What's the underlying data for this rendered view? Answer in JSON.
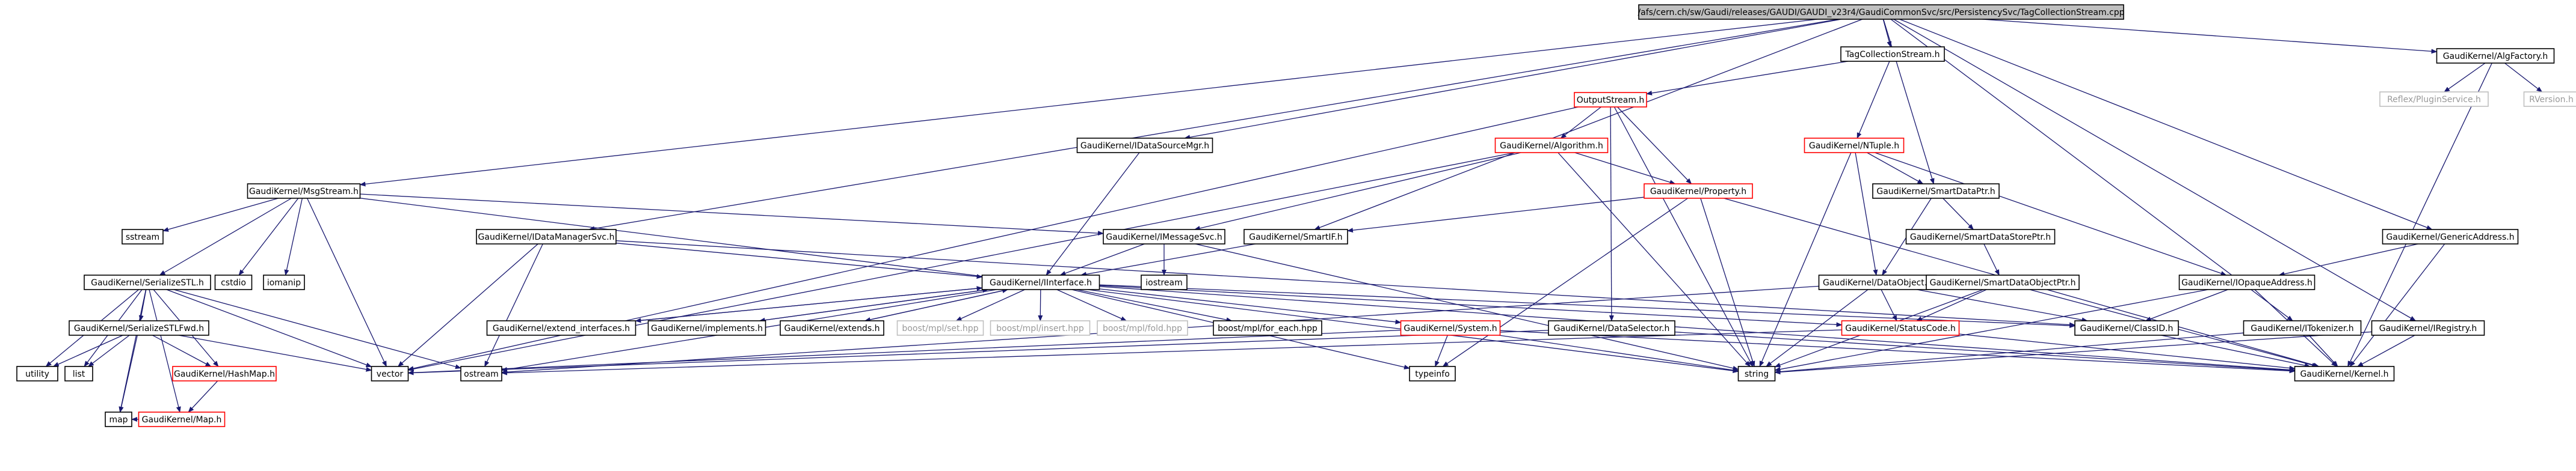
{
  "graph": {
    "colors": {
      "root_fill": "#bfbfbf",
      "default_stroke": "#000000",
      "truncated_stroke": "#ff0000",
      "external_stroke": "#bfbfbf",
      "edge": "#191970",
      "text": "#000000",
      "muted_text": "#999999"
    },
    "nodes": [
      {
        "id": "root",
        "label": "/afs/cern.ch/sw/Gaudi/releases/GAUDI/GAUDI_v23r4/GaudiCommonSvc/src/PersistencySvc/TagCollectionStream.cpp",
        "kind": "root"
      },
      {
        "id": "tcsh",
        "label": "TagCollectionStream.h",
        "kind": "normal"
      },
      {
        "id": "algfactory",
        "label": "GaudiKernel/AlgFactory.h",
        "kind": "normal"
      },
      {
        "id": "reflexplugin",
        "label": "Reflex/PluginService.h",
        "kind": "external"
      },
      {
        "id": "rversion",
        "label": "RVersion.h",
        "kind": "external"
      },
      {
        "id": "outputstream",
        "label": "OutputStream.h",
        "kind": "truncated"
      },
      {
        "id": "ntuple",
        "label": "GaudiKernel/NTuple.h",
        "kind": "truncated"
      },
      {
        "id": "datasourcemgr",
        "label": "GaudiKernel/IDataSourceMgr.h",
        "kind": "normal"
      },
      {
        "id": "algorithm",
        "label": "GaudiKernel/Algorithm.h",
        "kind": "truncated"
      },
      {
        "id": "msgstream",
        "label": "GaudiKernel/MsgStream.h",
        "kind": "normal"
      },
      {
        "id": "property",
        "label": "GaudiKernel/Property.h",
        "kind": "truncated"
      },
      {
        "id": "smartdataptr",
        "label": "GaudiKernel/SmartDataPtr.h",
        "kind": "normal"
      },
      {
        "id": "smartif",
        "label": "GaudiKernel/SmartIF.h",
        "kind": "normal"
      },
      {
        "id": "smartdatastoreptr",
        "label": "GaudiKernel/SmartDataStorePtr.h",
        "kind": "normal"
      },
      {
        "id": "genericaddress",
        "label": "GaudiKernel/GenericAddress.h",
        "kind": "normal"
      },
      {
        "id": "datamanagersvc",
        "label": "GaudiKernel/IDataManagerSvc.h",
        "kind": "normal"
      },
      {
        "id": "imessagesvc",
        "label": "GaudiKernel/IMessageSvc.h",
        "kind": "normal"
      },
      {
        "id": "dataobject",
        "label": "GaudiKernel/DataObject.h",
        "kind": "normal"
      },
      {
        "id": "smartdataobjectptr",
        "label": "GaudiKernel/SmartDataObjectPtr.h",
        "kind": "normal"
      },
      {
        "id": "iopaqueaddress",
        "label": "GaudiKernel/IOpaqueAddress.h",
        "kind": "normal"
      },
      {
        "id": "sstream",
        "label": "sstream",
        "kind": "normal"
      },
      {
        "id": "cstdio",
        "label": "cstdio",
        "kind": "normal"
      },
      {
        "id": "iomanip",
        "label": "iomanip",
        "kind": "normal"
      },
      {
        "id": "serializestl",
        "label": "GaudiKernel/SerializeSTL.h",
        "kind": "normal"
      },
      {
        "id": "iinterface",
        "label": "GaudiKernel/IInterface.h",
        "kind": "normal"
      },
      {
        "id": "iostream",
        "label": "iostream",
        "kind": "normal"
      },
      {
        "id": "serializestlfwd",
        "label": "GaudiKernel/SerializeSTLFwd.h",
        "kind": "normal"
      },
      {
        "id": "extendinterfaces",
        "label": "GaudiKernel/extend_interfaces.h",
        "kind": "normal"
      },
      {
        "id": "implements",
        "label": "GaudiKernel/implements.h",
        "kind": "normal"
      },
      {
        "id": "extends",
        "label": "GaudiKernel/extends.h",
        "kind": "normal"
      },
      {
        "id": "mplset",
        "label": "boost/mpl/set.hpp",
        "kind": "external"
      },
      {
        "id": "mplinsert",
        "label": "boost/mpl/insert.hpp",
        "kind": "external"
      },
      {
        "id": "mplfold",
        "label": "boost/mpl/fold.hpp",
        "kind": "external"
      },
      {
        "id": "mplforeach",
        "label": "boost/mpl/for_each.hpp",
        "kind": "normal"
      },
      {
        "id": "system",
        "label": "GaudiKernel/System.h",
        "kind": "truncated"
      },
      {
        "id": "dataselector",
        "label": "GaudiKernel/DataSelector.h",
        "kind": "normal"
      },
      {
        "id": "statuscode",
        "label": "GaudiKernel/StatusCode.h",
        "kind": "truncated"
      },
      {
        "id": "classid",
        "label": "GaudiKernel/ClassID.h",
        "kind": "normal"
      },
      {
        "id": "itokenizer",
        "label": "GaudiKernel/ITokenizer.h",
        "kind": "normal"
      },
      {
        "id": "iregistry",
        "label": "GaudiKernel/IRegistry.h",
        "kind": "normal"
      },
      {
        "id": "utility",
        "label": "utility",
        "kind": "normal"
      },
      {
        "id": "list",
        "label": "list",
        "kind": "normal"
      },
      {
        "id": "hashmap",
        "label": "GaudiKernel/HashMap.h",
        "kind": "truncated"
      },
      {
        "id": "vector",
        "label": "vector",
        "kind": "normal"
      },
      {
        "id": "ostream",
        "label": "ostream",
        "kind": "normal"
      },
      {
        "id": "typeinfo",
        "label": "typeinfo",
        "kind": "normal"
      },
      {
        "id": "string",
        "label": "string",
        "kind": "normal"
      },
      {
        "id": "kernel",
        "label": "GaudiKernel/Kernel.h",
        "kind": "normal"
      },
      {
        "id": "gkmap",
        "label": "GaudiKernel/Map.h",
        "kind": "truncated"
      },
      {
        "id": "map",
        "label": "map",
        "kind": "normal"
      }
    ],
    "edges": [
      [
        "root",
        "tcsh"
      ],
      [
        "root",
        "algfactory"
      ],
      [
        "root",
        "msgstream"
      ],
      [
        "root",
        "datamanagersvc"
      ],
      [
        "root",
        "datasourcemgr"
      ],
      [
        "root",
        "smartif"
      ],
      [
        "root",
        "smartdataptr"
      ],
      [
        "root",
        "genericaddress"
      ],
      [
        "root",
        "itokenizer"
      ],
      [
        "root",
        "iregistry"
      ],
      [
        "tcsh",
        "outputstream"
      ],
      [
        "tcsh",
        "ntuple"
      ],
      [
        "algfactory",
        "reflexplugin"
      ],
      [
        "algfactory",
        "rversion"
      ],
      [
        "algfactory",
        "kernel"
      ],
      [
        "outputstream",
        "algorithm"
      ],
      [
        "outputstream",
        "property"
      ],
      [
        "outputstream",
        "vector"
      ],
      [
        "outputstream",
        "string"
      ],
      [
        "outputstream",
        "dataselector"
      ],
      [
        "ntuple",
        "smartdataptr"
      ],
      [
        "ntuple",
        "dataobject"
      ],
      [
        "ntuple",
        "iopaqueaddress"
      ],
      [
        "ntuple",
        "string"
      ],
      [
        "datasourcemgr",
        "iinterface"
      ],
      [
        "algorithm",
        "imessagesvc"
      ],
      [
        "algorithm",
        "property"
      ],
      [
        "algorithm",
        "string"
      ],
      [
        "algorithm",
        "vector"
      ],
      [
        "property",
        "smartif"
      ],
      [
        "property",
        "string"
      ],
      [
        "property",
        "typeinfo"
      ],
      [
        "property",
        "kernel"
      ],
      [
        "msgstream",
        "imessagesvc"
      ],
      [
        "msgstream",
        "sstream"
      ],
      [
        "msgstream",
        "cstdio"
      ],
      [
        "msgstream",
        "iomanip"
      ],
      [
        "msgstream",
        "serializestl"
      ],
      [
        "msgstream",
        "vector"
      ],
      [
        "msgstream",
        "string"
      ],
      [
        "smartdataptr",
        "smartdatastoreptr"
      ],
      [
        "smartdataptr",
        "dataobject"
      ],
      [
        "smartif",
        "iinterface"
      ],
      [
        "smartdatastoreptr",
        "smartdataobjectptr"
      ],
      [
        "genericaddress",
        "iopaqueaddress"
      ],
      [
        "genericaddress",
        "kernel"
      ],
      [
        "datamanagersvc",
        "iinterface"
      ],
      [
        "datamanagersvc",
        "vector"
      ],
      [
        "datamanagersvc",
        "ostream"
      ],
      [
        "datamanagersvc",
        "classid"
      ],
      [
        "imessagesvc",
        "iinterface"
      ],
      [
        "imessagesvc",
        "iostream"
      ],
      [
        "imessagesvc",
        "string"
      ],
      [
        "dataobject",
        "statuscode"
      ],
      [
        "dataobject",
        "classid"
      ],
      [
        "dataobject",
        "string"
      ],
      [
        "dataobject",
        "ostream"
      ],
      [
        "smartdataobjectptr",
        "statuscode"
      ],
      [
        "smartdataobjectptr",
        "kernel"
      ],
      [
        "smartdataobjectptr",
        "string"
      ],
      [
        "iopaqueaddress",
        "classid"
      ],
      [
        "iopaqueaddress",
        "kernel"
      ],
      [
        "iopaqueaddress",
        "string"
      ],
      [
        "serializestl",
        "serializestlfwd"
      ],
      [
        "serializestl",
        "utility"
      ],
      [
        "serializestl",
        "list"
      ],
      [
        "serializestl",
        "vector"
      ],
      [
        "serializestl",
        "ostream"
      ],
      [
        "serializestl",
        "hashmap"
      ],
      [
        "serializestl",
        "gkmap"
      ],
      [
        "serializestl",
        "map"
      ],
      [
        "iinterface",
        "extendinterfaces"
      ],
      [
        "iinterface",
        "implements"
      ],
      [
        "iinterface",
        "extends"
      ],
      [
        "iinterface",
        "mplset"
      ],
      [
        "iinterface",
        "mplinsert"
      ],
      [
        "iinterface",
        "mplfold"
      ],
      [
        "iinterface",
        "mplforeach"
      ],
      [
        "iinterface",
        "system"
      ],
      [
        "iinterface",
        "statuscode"
      ],
      [
        "iinterface",
        "kernel"
      ],
      [
        "iinterface",
        "ostream"
      ],
      [
        "iinterface",
        "typeinfo"
      ],
      [
        "iinterface",
        "classid"
      ],
      [
        "extendinterfaces",
        "iinterface"
      ],
      [
        "implements",
        "iinterface"
      ],
      [
        "extends",
        "iinterface"
      ],
      [
        "serializestlfwd",
        "utility"
      ],
      [
        "serializestlfwd",
        "list"
      ],
      [
        "serializestlfwd",
        "vector"
      ],
      [
        "serializestlfwd",
        "map"
      ],
      [
        "serializestlfwd",
        "hashmap"
      ],
      [
        "system",
        "kernel"
      ],
      [
        "system",
        "string"
      ],
      [
        "system",
        "vector"
      ],
      [
        "system",
        "typeinfo"
      ],
      [
        "dataselector",
        "vector"
      ],
      [
        "dataselector",
        "kernel"
      ],
      [
        "statuscode",
        "ostream"
      ],
      [
        "statuscode",
        "kernel"
      ],
      [
        "classid",
        "kernel"
      ],
      [
        "itokenizer",
        "string"
      ],
      [
        "itokenizer",
        "kernel"
      ],
      [
        "iregistry",
        "kernel"
      ],
      [
        "iregistry",
        "string"
      ],
      [
        "hashmap",
        "gkmap"
      ],
      [
        "gkmap",
        "map"
      ]
    ]
  }
}
